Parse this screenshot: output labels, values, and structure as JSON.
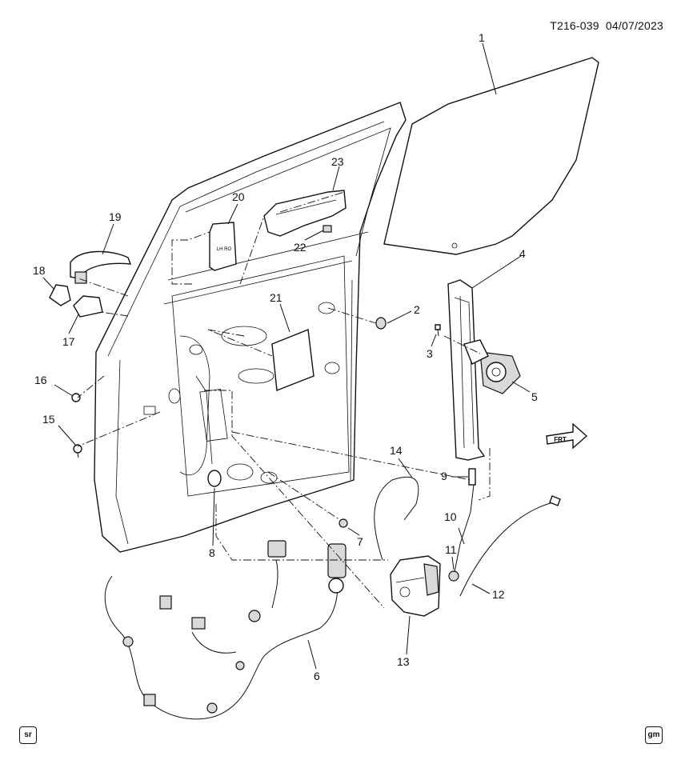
{
  "header": {
    "doc_id": "T216-039",
    "date": "04/07/2023"
  },
  "badges": {
    "left": "sr",
    "right": "gm"
  },
  "decals": {
    "front_arrow": "FRT",
    "window_label": "LH RO"
  },
  "callouts": [
    {
      "num": "1"
    },
    {
      "num": "2"
    },
    {
      "num": "3"
    },
    {
      "num": "4"
    },
    {
      "num": "5"
    },
    {
      "num": "6"
    },
    {
      "num": "7"
    },
    {
      "num": "8"
    },
    {
      "num": "9"
    },
    {
      "num": "10"
    },
    {
      "num": "11"
    },
    {
      "num": "12"
    },
    {
      "num": "13"
    },
    {
      "num": "14"
    },
    {
      "num": "15"
    },
    {
      "num": "16"
    },
    {
      "num": "17"
    },
    {
      "num": "18"
    },
    {
      "num": "19"
    },
    {
      "num": "20"
    },
    {
      "num": "21"
    },
    {
      "num": "22"
    },
    {
      "num": "23"
    }
  ]
}
